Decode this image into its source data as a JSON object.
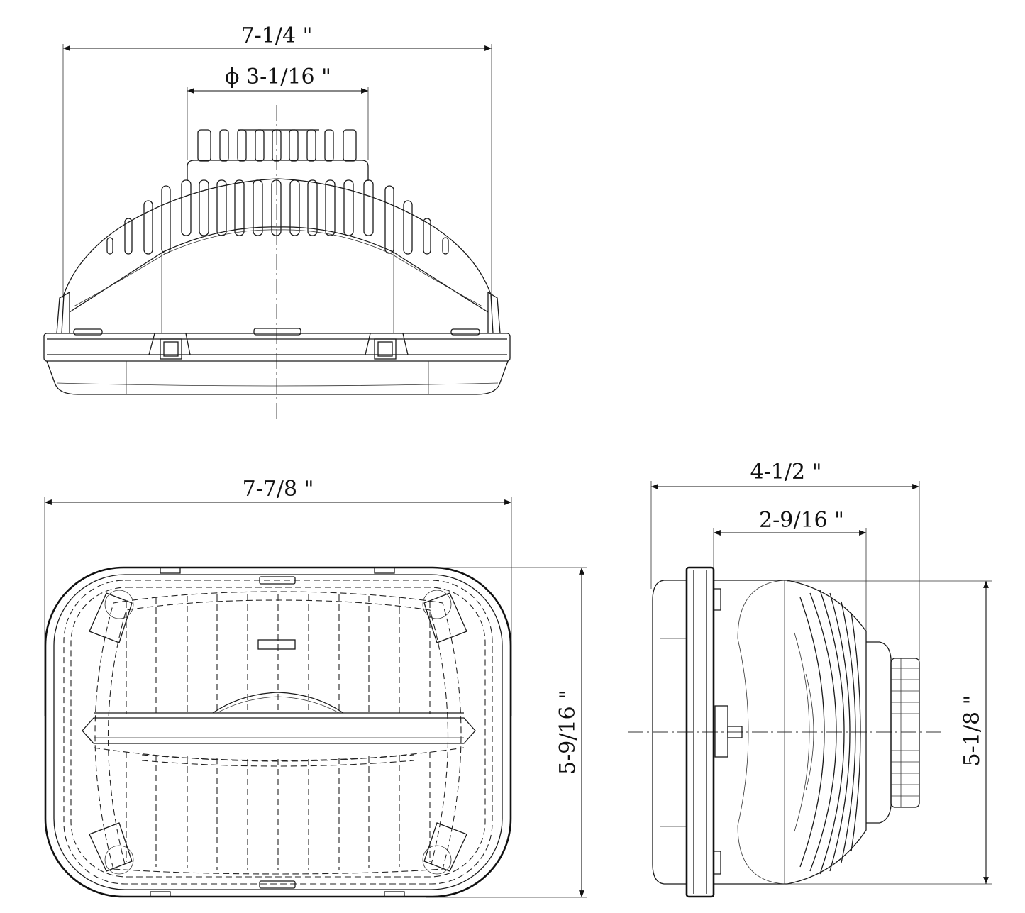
{
  "dimensions": {
    "top_overall_width": "7-1/4 \"",
    "top_heatsink_diameter": "ϕ 3-1/16 \"",
    "front_width": "7-7/8 \"",
    "front_height": "5-9/16 \"",
    "side_depth": "4-1/2 \"",
    "side_body_depth": "2-9/16 \"",
    "side_height": "5-1/8 \""
  }
}
